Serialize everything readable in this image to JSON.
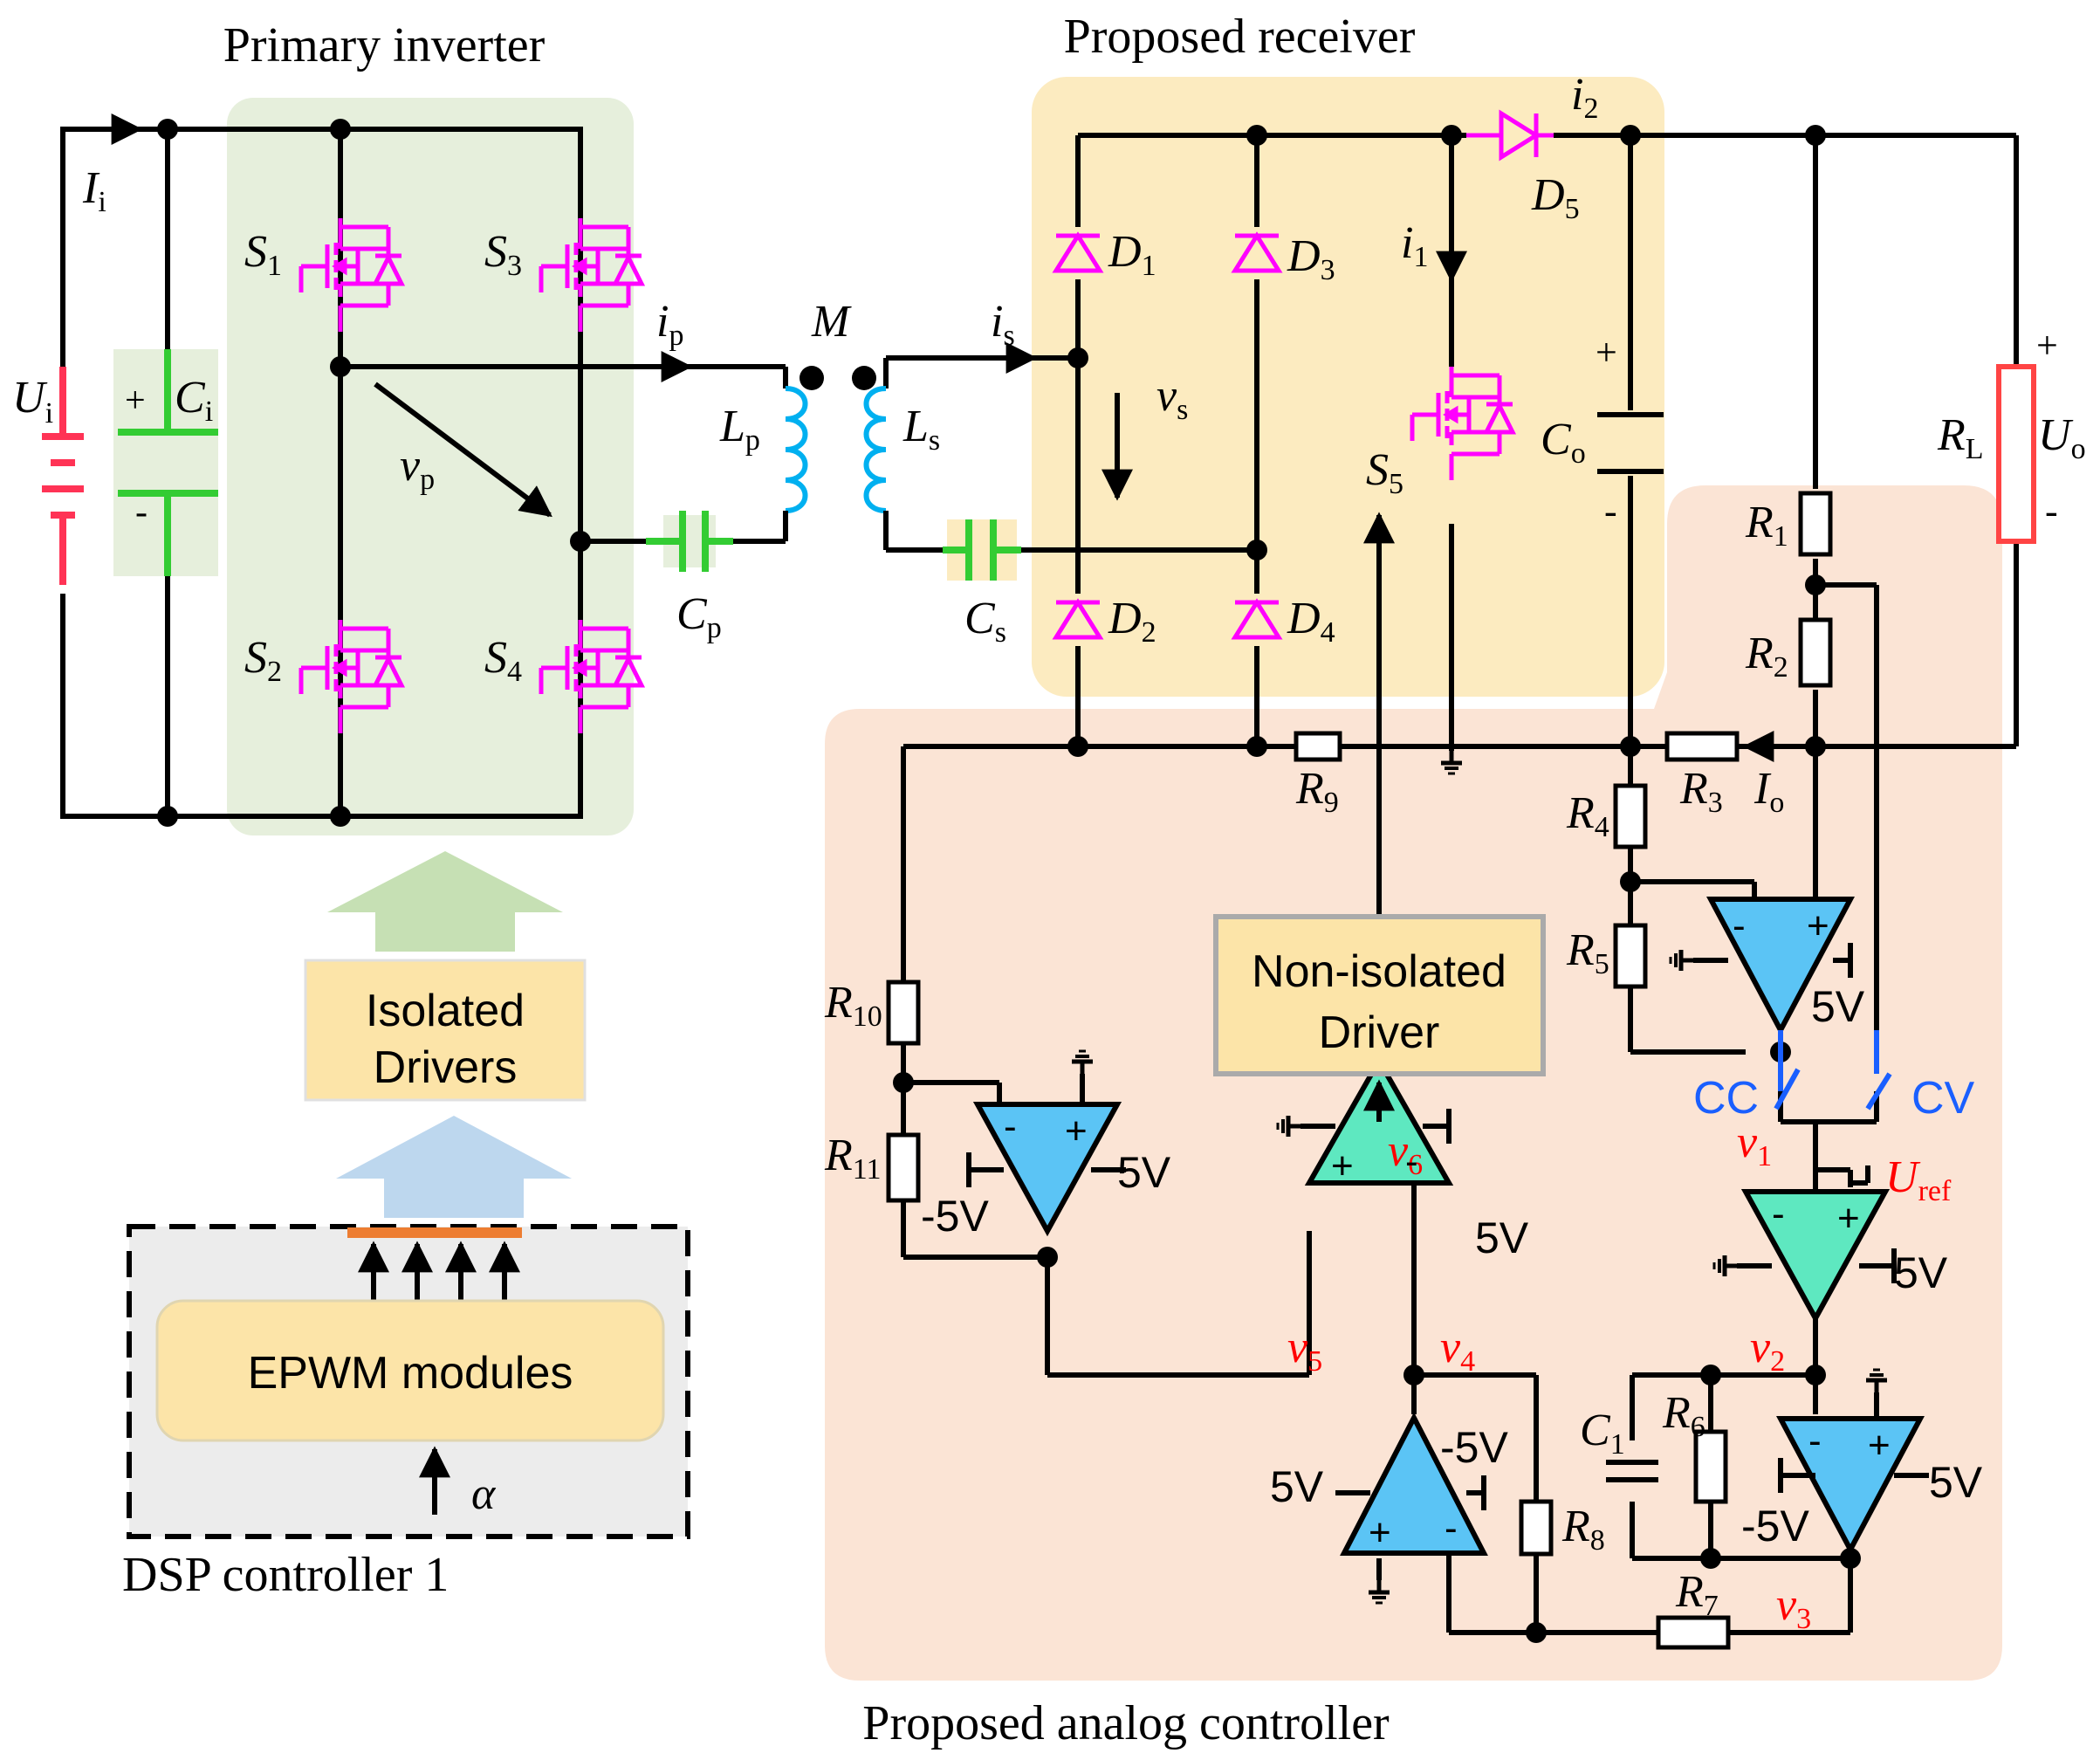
{
  "titles": {
    "primary": "Primary inverter",
    "receiver": "Proposed receiver",
    "controller": "Proposed analog controller",
    "dsp": "DSP controller 1"
  },
  "boxes": {
    "isolated_line1": "Isolated",
    "isolated_line2": "Drivers",
    "nonisolated_line1": "Non-isolated",
    "nonisolated_line2": "Driver",
    "epwm": "EPWM modules"
  },
  "labels": {
    "Ui": "U",
    "Ui_sub": "i",
    "Ii": "I",
    "Ii_sub": "i",
    "Ci": "C",
    "Ci_sub": "i",
    "S1": "S",
    "S1_sub": "1",
    "S2": "S",
    "S2_sub": "2",
    "S3": "S",
    "S3_sub": "3",
    "S4": "S",
    "S4_sub": "4",
    "S5": "S",
    "S5_sub": "5",
    "ip": "i",
    "ip_sub": "p",
    "is": "i",
    "is_sub": "s",
    "vp": "v",
    "vp_sub": "p",
    "vs": "v",
    "vs_sub": "s",
    "M": "M",
    "Lp": "L",
    "Lp_sub": "p",
    "Ls": "L",
    "Ls_sub": "s",
    "Cp": "C",
    "Cp_sub": "p",
    "Cs": "C",
    "Cs_sub": "s",
    "D1": "D",
    "D1_sub": "1",
    "D2": "D",
    "D2_sub": "2",
    "D3": "D",
    "D3_sub": "3",
    "D4": "D",
    "D4_sub": "4",
    "D5": "D",
    "D5_sub": "5",
    "i1": "i",
    "i1_sub": "1",
    "i2": "i",
    "i2_sub": "2",
    "Co": "C",
    "Co_sub": "o",
    "RL": "R",
    "RL_sub": "L",
    "Uo": "U",
    "Uo_sub": "o",
    "Io": "I",
    "Io_sub": "o",
    "R1": "R",
    "R1_sub": "1",
    "R2": "R",
    "R2_sub": "2",
    "R3": "R",
    "R3_sub": "3",
    "R4": "R",
    "R4_sub": "4",
    "R5": "R",
    "R5_sub": "5",
    "R6": "R",
    "R6_sub": "6",
    "R7": "R",
    "R7_sub": "7",
    "R8": "R",
    "R8_sub": "8",
    "R9": "R",
    "R9_sub": "9",
    "R10": "R",
    "R10_sub": "10",
    "R11": "R",
    "R11_sub": "11",
    "C1": "C",
    "C1_sub": "1",
    "v1": "v",
    "v1_sub": "1",
    "v2": "v",
    "v2_sub": "2",
    "v3": "v",
    "v3_sub": "3",
    "v4": "v",
    "v4_sub": "4",
    "v5": "v",
    "v5_sub": "5",
    "v6": "v",
    "v6_sub": "6",
    "Uref": "U",
    "Uref_sub": "ref",
    "CC": "CC",
    "CV": "CV",
    "alpha": "α",
    "plus": "+",
    "minus": "-",
    "pos5": "5V",
    "neg5": "-5V"
  },
  "colors": {
    "switch": "#ff00ff",
    "inductor": "#00b0f0",
    "capacitor": "#33cc33",
    "source": "#ff3355",
    "opamp_blue": "#5bc4f5",
    "opamp_green": "#5ee8c0",
    "primary_bg": "#e6efdc",
    "receiver_bg": "#fcebc0",
    "controller_bg": "#fbe4d5",
    "driver_box": "#fce4a8",
    "dsp_bg": "#ececec",
    "signal_red": "#ff0000",
    "switch_blue": "#1a5fff"
  }
}
